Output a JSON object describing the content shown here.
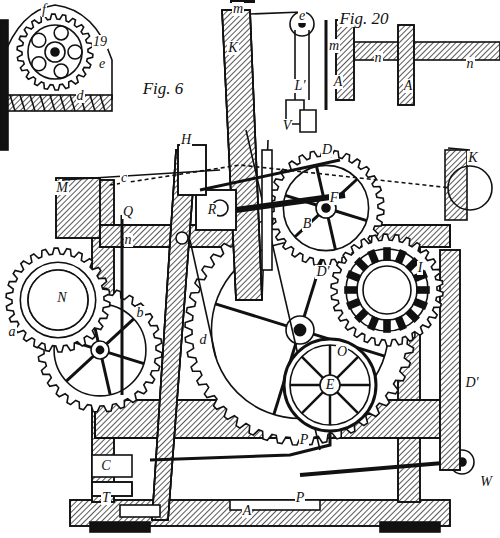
{
  "diagram": {
    "labels": [
      "f",
      "19",
      "e",
      "d",
      "m",
      "Fig. 20",
      "m",
      "n",
      "n",
      "A",
      "A",
      "Fig. 6",
      "K",
      "e",
      "L'",
      "D",
      "V",
      "K",
      "H",
      "M",
      "c",
      "Q",
      "R",
      "F",
      "B",
      "n",
      "D'",
      "I",
      "N",
      "a",
      "b",
      "d",
      "O",
      "E",
      "D'",
      "P",
      "C",
      "T",
      "A",
      "P",
      "W"
    ]
  }
}
